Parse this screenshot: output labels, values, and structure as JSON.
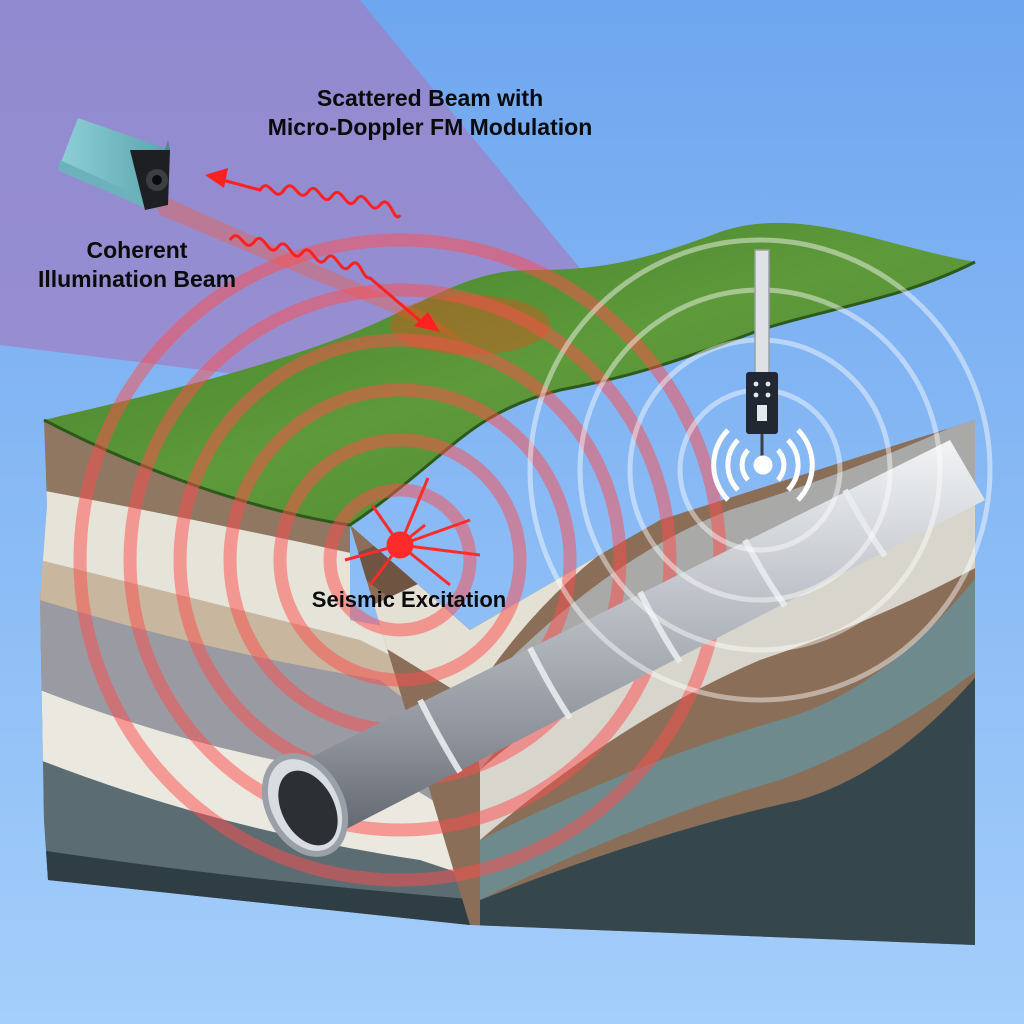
{
  "labels": {
    "scattered_beam": [
      "Scattered Beam with",
      "Micro-Doppler FM Modulation"
    ],
    "coherent_beam": [
      "Coherent",
      "Illumination Beam"
    ],
    "seismic": "Seismic Excitation"
  },
  "icons": {
    "laser_device": "laser-scanner-icon",
    "sensor": "geophone-sensor-icon",
    "wireless": "wireless-signal-icon",
    "burst": "seismic-burst-icon"
  },
  "colors": {
    "sky_top": "#6fa6ee",
    "sky_bottom": "#a6d0fb",
    "beam_cone": "#a880c8",
    "grass": "#4e8a32",
    "wave_red": "#ff4d4d",
    "wave_white": "#ffffff",
    "pipe": "#c8ccd2"
  }
}
